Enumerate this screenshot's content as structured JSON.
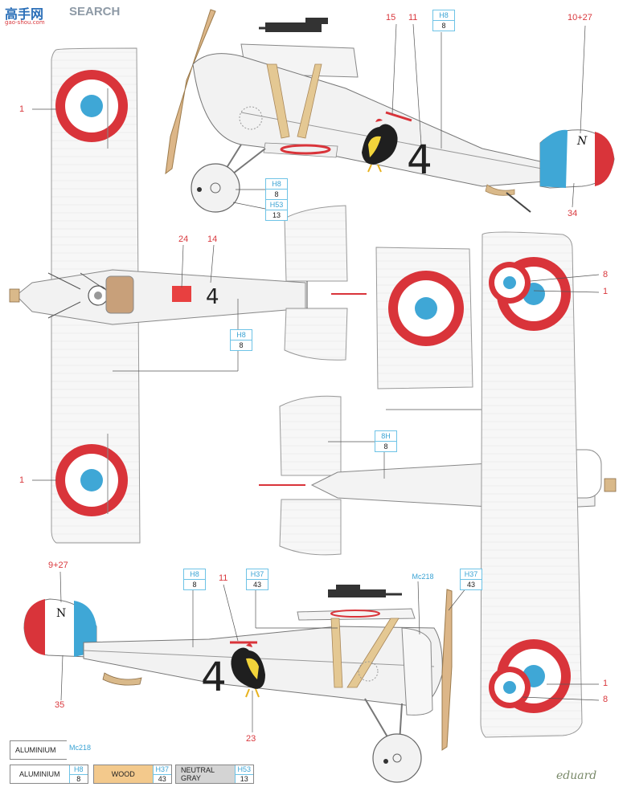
{
  "watermark": {
    "cn": "高手网",
    "search": "SEARCH",
    "site": "gao-shou.com"
  },
  "brand": "eduard",
  "callouts": {
    "top_15": "15",
    "top_11": "11",
    "top_10_27": "10+27",
    "top_34": "34",
    "left_1_top": "1",
    "left_1_bottom": "1",
    "plan_24": "24",
    "plan_14": "14",
    "right_8_top": "8",
    "right_1_top": "1",
    "right_1_bottom": "1",
    "right_8_bottom": "8",
    "bot_9_27": "9+27",
    "bot_11": "11",
    "bot_35": "35",
    "bot_23": "23"
  },
  "color_codes": {
    "top_h8": {
      "code": "H8",
      "num": "8"
    },
    "wheel_h8": {
      "code": "H8",
      "num": "8"
    },
    "wheel_h53": {
      "code": "H53",
      "num": "13"
    },
    "plan_h8": {
      "code": "H8",
      "num": "8"
    },
    "under_8h": {
      "code": "8H",
      "num": "8"
    },
    "bot_h8": {
      "code": "H8",
      "num": "8"
    },
    "bot_h37": {
      "code": "H37",
      "num": "43"
    },
    "bot_mc218": {
      "code": "Mc218"
    },
    "bot_h37_b": {
      "code": "H37",
      "num": "43"
    }
  },
  "fuselage_number": "4",
  "rudder_letter": "N",
  "legend": {
    "row1": {
      "name": "ALUMINIUM",
      "code": "Mc218"
    },
    "row2": [
      {
        "name": "ALUMINIUM",
        "code": "H8",
        "num": "8",
        "swatch": "#ffffff"
      },
      {
        "name": "WOOD",
        "code": "H37",
        "num": "43",
        "swatch": "#f3c98c"
      },
      {
        "name": "NEUTRAL GRAY",
        "code": "H53",
        "num": "13",
        "swatch": "#d4d4d4"
      }
    ]
  },
  "colors": {
    "roundel_red": "#d9343a",
    "roundel_blue": "#3fa7d6",
    "wood": "#d9b98a",
    "callout_red": "#d9383d",
    "code_blue": "#3aa3d4"
  }
}
